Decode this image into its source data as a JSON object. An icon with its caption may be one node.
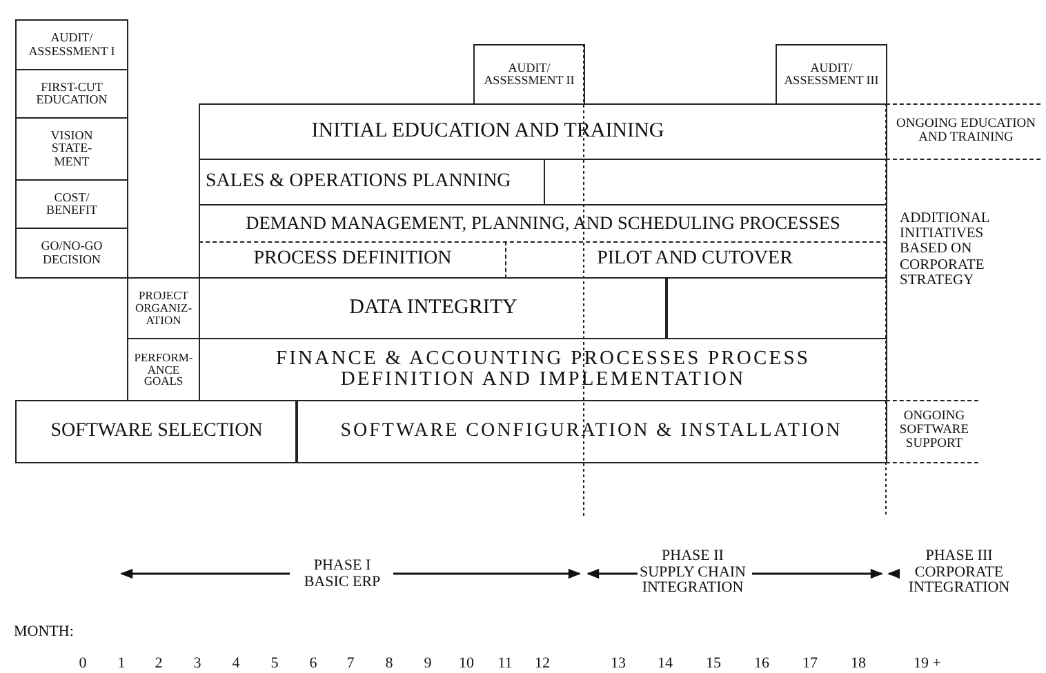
{
  "diagram": {
    "nodes": [
      {
        "text": [
          "AUDIT/ ASSESSMENT I"
        ]
      },
      {
        "text": [
          "FIRST-CUT EDUCATION"
        ]
      },
      {
        "text": [
          "VISION STATE- MENT"
        ]
      },
      {
        "text": [
          "COST/ BENEFIT"
        ]
      },
      {
        "text": [
          "GO/NO-GO DECISION"
        ]
      },
      {
        "text": [
          "AUDIT/ ASSESSMENT II"
        ]
      },
      {
        "text": [
          "AUDIT/ ASSESSMENT III"
        ]
      },
      {
        "text": [
          "INITIAL EDUCATION AND TRAINING"
        ]
      },
      {
        "text": [
          "ONGOING EDUCATION AND TRAINING"
        ]
      },
      {
        "text": [
          "SALES & OPERATIONS PLANNING"
        ]
      },
      {
        "text": [],
        "shape": "box"
      },
      {
        "text": [
          "DEMAND MANAGEMENT, PLANNING, AND SCHEDULING PROCESSES"
        ]
      },
      {
        "text": [
          "PROCESS DEFINITION"
        ]
      },
      {
        "text": [
          "PILOT AND CUTOVER"
        ]
      },
      {
        "text": [
          "ADDITIONAL INITIATIVES BASED ON CORPORATE STRATEGY"
        ]
      },
      {
        "text": [
          "PROJECT ORGANIZ- ATION"
        ]
      },
      {
        "text": [
          "DATA INTEGRITY"
        ]
      },
      {
        "text": [],
        "shape": "box"
      },
      {
        "text": [
          "PERFORM- ANCE GOALS"
        ]
      },
      {
        "text": [
          "FINANCE & ACCOUNTING PROCESSES PROCESS DEFINITION AND IMPLEMENTATION"
        ]
      },
      {
        "text": [
          "SOFTWARE SELECTION"
        ]
      },
      {
        "text": [
          "SOFTWARE CONFIGURATION & INSTALLATION"
        ]
      },
      {
        "text": [
          "ONGOING SOFTWARE SUPPORT"
        ]
      }
    ],
    "labels": [
      "PHASE I BASIC ERP",
      "PHASE II SUPPLY CHAIN INTEGRATION",
      "PHASE III CORPORATE INTEGRATION",
      "MONTH:",
      "0",
      "1",
      "2",
      "3",
      "4",
      "5",
      "6",
      "7",
      "8",
      "9",
      "10",
      "11",
      "12",
      "13",
      "14",
      "15",
      "16",
      "17",
      "18",
      "19 +"
    ]
  }
}
